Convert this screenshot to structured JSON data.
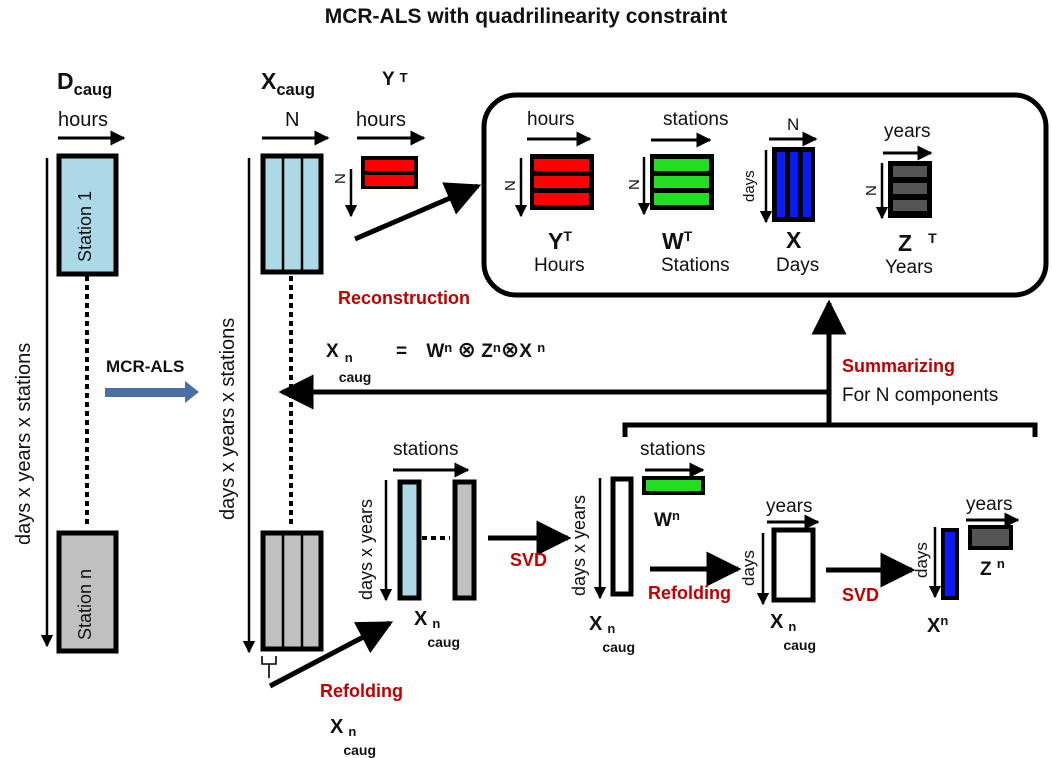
{
  "title": "MCR-ALS with quadrilinearity constraint",
  "colors": {
    "light_blue": "#add8e6",
    "gray": "#c0c0c0",
    "red": "#ff0000",
    "green": "#22dd22",
    "blue": "#0a1aff",
    "dark_gray": "#555555",
    "arrow_blue": "#4a6fa5",
    "accent_red": "#c00000"
  },
  "left": {
    "matrix_label": "D",
    "matrix_sub": "caug",
    "top_axis": "hours",
    "side_axis": "days x years x stations",
    "station_first": "Station 1",
    "station_last": "Station n"
  },
  "mcr_arrow_label": "MCR-ALS",
  "middle": {
    "matrix_label": "X",
    "matrix_sub": "caug",
    "top_axis": "N",
    "side_axis": "days x years x stations",
    "yt_label": "Y",
    "yt_sup": "T",
    "yt_top_axis": "hours",
    "yt_side_axis": "N"
  },
  "reconstruction_label": "Reconstruction",
  "equation": {
    "lhs": "X",
    "lhs_sup": "n",
    "lhs_sub": "caug",
    "equals": "=",
    "w": "W",
    "w_sup": "n",
    "op1": "⊗",
    "z": "Z",
    "z_sup": "n",
    "op2": "⊗",
    "x": "X",
    "x_sup": "n"
  },
  "summary_box": {
    "items": [
      {
        "top_axis": "hours",
        "side_axis": "N",
        "symbol": "Y",
        "sup": "T",
        "name": "Hours"
      },
      {
        "top_axis": "stations",
        "side_axis": "N",
        "symbol": "W",
        "sup": "T",
        "name": "Stations"
      },
      {
        "top_axis": "N",
        "side_axis": "days",
        "symbol": "X",
        "sup": "",
        "name": "Days"
      },
      {
        "top_axis": "years",
        "side_axis": "N",
        "symbol": "Z",
        "sup": "T",
        "name": "Years"
      }
    ]
  },
  "summarizing": {
    "label": "Summarizing",
    "sub": "For N components"
  },
  "bottom": {
    "refolding1": "Refolding",
    "refold_x": "X",
    "refold_sup": "n",
    "refold_sub": "caug",
    "unfold_top_axis": "stations",
    "unfold_side_axis": "days x years",
    "unfold_x": "X",
    "unfold_sup": "n",
    "unfold_sub": "caug",
    "svd1": "SVD",
    "svd_side_axis": "days x years",
    "svd_x": "X",
    "svd_sup": "n",
    "svd_sub": "caug",
    "wn_top_axis": "stations",
    "wn": "W",
    "wn_sup": "n",
    "refolding2": "Refolding",
    "refold2_top_axis": "years",
    "refold2_side_axis": "days",
    "refold2_x": "X",
    "refold2_sup": "n",
    "refold2_sub": "caug",
    "svd2": "SVD",
    "xn_side_axis": "days",
    "xn": "X",
    "xn_sup": "n",
    "zn_top_axis": "years",
    "zn": "Z",
    "zn_sup": "n"
  }
}
